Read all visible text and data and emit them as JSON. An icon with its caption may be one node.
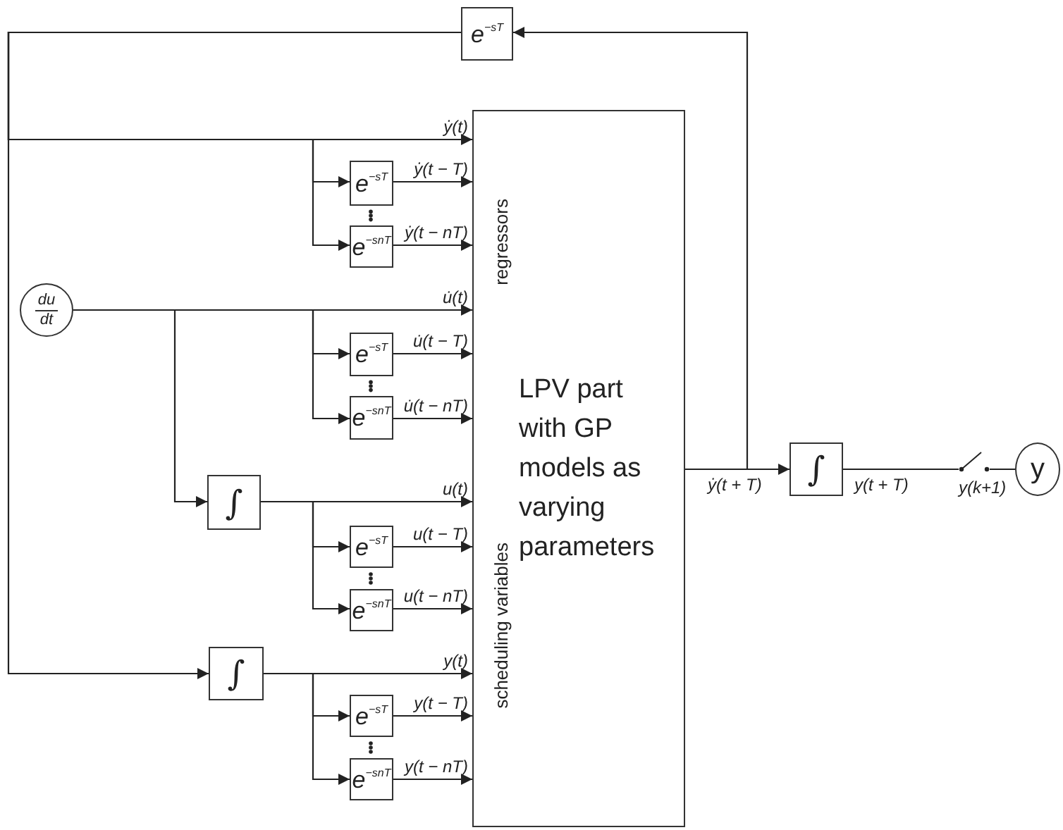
{
  "diagram": {
    "nodes": [
      {
        "text": [
          "e$^{−sT}$"
        ]
      },
      {
        "text": [
          "LPV part with GP models as varying parameters",
          "regressors",
          "scheduling variables"
        ]
      },
      {
        "text": [
          "e$^{−sT}$"
        ]
      },
      {
        "text": [
          "e$^{−snT}$"
        ]
      },
      {
        "text": [
          "du",
          "dt"
        ]
      },
      {
        "text": [
          "e$^{−sT}$"
        ]
      },
      {
        "text": [
          "e$^{−snT}$"
        ]
      },
      {
        "text": [
          "∫"
        ]
      },
      {
        "text": [
          "e$^{−sT}$"
        ]
      },
      {
        "text": [
          "e$^{−snT}$"
        ]
      },
      {
        "text": [
          "∫"
        ]
      },
      {
        "text": [
          "e$^{−sT}$"
        ]
      },
      {
        "text": [
          "e$^{−snT}$"
        ]
      },
      {
        "text": [
          "∫"
        ]
      },
      {
        "text": [
          "y"
        ]
      },
      {
        "text": [],
        "shape": "switch"
      }
    ],
    "edges": [
      {
        "from": 1,
        "to": 0,
        "arrow": "to"
      },
      {
        "from": 1,
        "to": 13,
        "arrow": "to",
        "label": "ẏ(t + T)"
      },
      {
        "from": 0,
        "to": 1,
        "arrow": "to",
        "label": "ẏ(t)"
      },
      {
        "from": 0,
        "to": 2,
        "arrow": "to"
      },
      {
        "from": 0,
        "to": 3,
        "arrow": "to"
      },
      {
        "from": 2,
        "to": 1,
        "arrow": "to",
        "label": "ẏ(t − T)"
      },
      {
        "from": 3,
        "to": 1,
        "arrow": "to",
        "label": "ẏ(t − nT)"
      },
      {
        "from": 4,
        "to": 1,
        "arrow": "to",
        "label": "u̇(t)"
      },
      {
        "from": 4,
        "to": 5,
        "arrow": "to"
      },
      {
        "from": 4,
        "to": 6,
        "arrow": "to"
      },
      {
        "from": 5,
        "to": 1,
        "arrow": "to",
        "label": "u̇(t − T)"
      },
      {
        "from": 6,
        "to": 1,
        "arrow": "to",
        "label": "u̇(t − nT)"
      },
      {
        "from": 4,
        "to": 7,
        "arrow": "to"
      },
      {
        "from": 7,
        "to": 1,
        "arrow": "to",
        "label": "u(t)"
      },
      {
        "from": 7,
        "to": 8,
        "arrow": "to"
      },
      {
        "from": 7,
        "to": 9,
        "arrow": "to"
      },
      {
        "from": 8,
        "to": 1,
        "arrow": "to",
        "label": "u(t − T)"
      },
      {
        "from": 9,
        "to": 1,
        "arrow": "to",
        "label": "u(t − nT)"
      },
      {
        "from": 0,
        "to": 10,
        "arrow": "to"
      },
      {
        "from": 10,
        "to": 1,
        "arrow": "to",
        "label": "y(t)"
      },
      {
        "from": 10,
        "to": 11,
        "arrow": "to"
      },
      {
        "from": 10,
        "to": 12,
        "arrow": "to"
      },
      {
        "from": 11,
        "to": 1,
        "arrow": "to",
        "label": "y(t − T)"
      },
      {
        "from": 12,
        "to": 1,
        "arrow": "to",
        "label": "y(t − nT)"
      },
      {
        "from": 13,
        "to": 15,
        "arrow": "none",
        "label": "y(t + T)"
      },
      {
        "from": 15,
        "to": 14,
        "arrow": "none"
      }
    ],
    "labels": [
      "y(k+1)"
    ]
  }
}
